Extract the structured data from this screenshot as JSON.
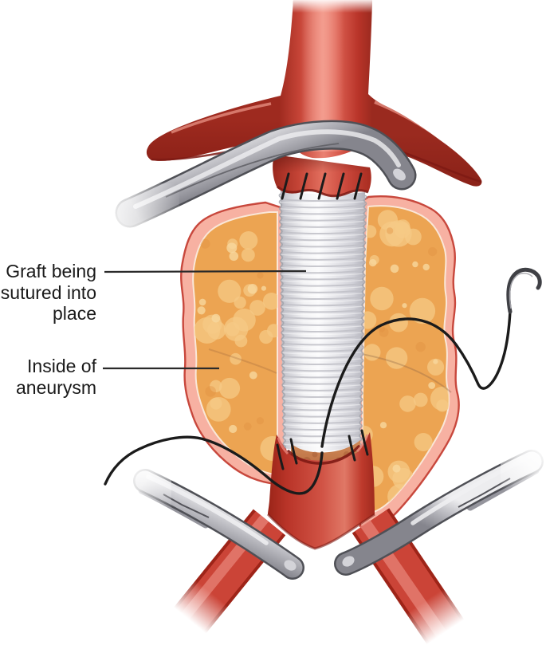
{
  "labels": {
    "graft": {
      "text": "Graft being\nsutured into\nplace"
    },
    "aneurysm": {
      "text": "Inside of\naneurysm"
    }
  },
  "colors": {
    "background": "#FFFFFF",
    "label-text": "#1A1A1A",
    "leader-line": "#2A2A2A",
    "vessel-red": "#CE4840",
    "vessel-dark-edge": "#7E1A14",
    "graft-base": "#EDEDEF",
    "graft-groove": "#BFC0C7",
    "graft-edge": "#9DA0A8",
    "sac-wall-pink": "#F7B1A2",
    "sac-wall-outline": "#C8483D",
    "sac-inner-orange": "#ECA452",
    "sac-blob": "#F5C985",
    "clamp-mid": "#B5B5BB",
    "clamp-outline": "#4F5056",
    "suture-thread": "#1B1B1B",
    "needle-gray": "#3F4045"
  },
  "parts": {
    "aorta": "abdominal aorta",
    "renal-branches": "renal arteries",
    "cross-clamp": "aortic cross-clamp",
    "graft": "corrugated tube graft",
    "aneurysm-sac": "opened aneurysm sac",
    "iliac-arteries": "iliac arteries",
    "iliac-clamps": "iliac artery clamps",
    "suture": "running suture with curved needle",
    "anastomoses": "sutured graft ends"
  }
}
